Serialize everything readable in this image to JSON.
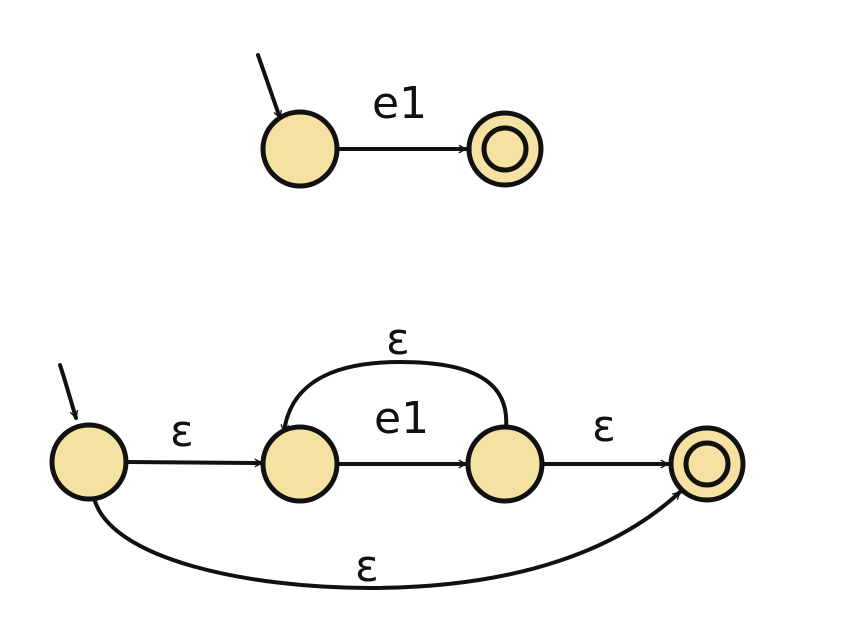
{
  "state_fill": "#f5e2a3",
  "stroke_color": "#111111",
  "top": {
    "edge_label": "e1"
  },
  "bottom": {
    "edge_start_to_s1": "ε",
    "edge_s1_to_s2": "e1",
    "edge_loop_back": "ε",
    "edge_s2_to_accept": "ε",
    "edge_skip": "ε"
  }
}
